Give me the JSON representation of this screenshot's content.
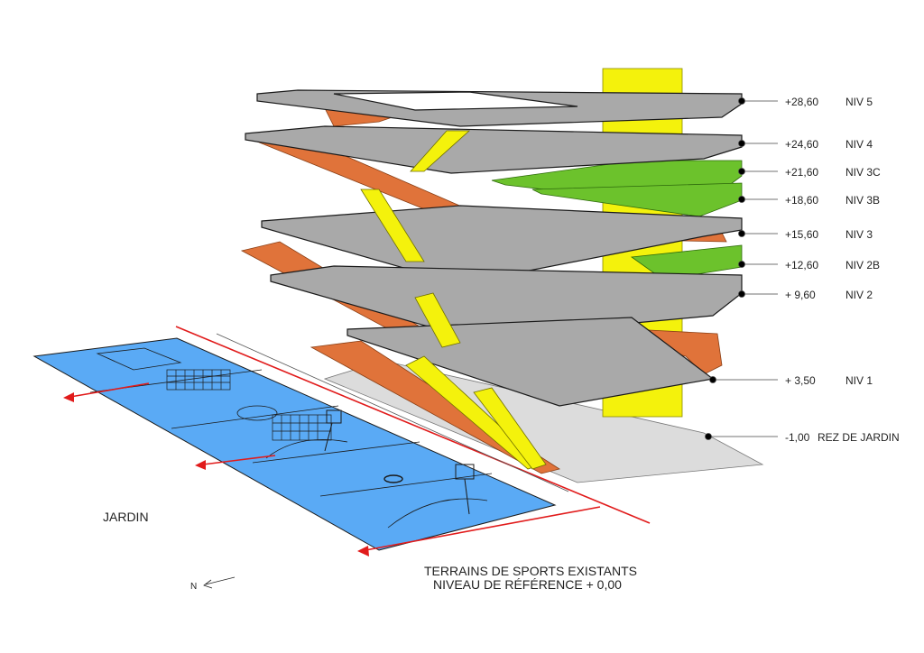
{
  "levels": [
    {
      "elevation": "+28,60",
      "name": "NIV 5"
    },
    {
      "elevation": "+24,60",
      "name": "NIV 4"
    },
    {
      "elevation": "+21,60",
      "name": "NIV 3C"
    },
    {
      "elevation": "+18,60",
      "name": "NIV 3B"
    },
    {
      "elevation": "+15,60",
      "name": "NIV 3"
    },
    {
      "elevation": "+12,60",
      "name": "NIV 2B"
    },
    {
      "elevation": "+ 9,60",
      "name": "NIV 2"
    },
    {
      "elevation": "+ 3,50",
      "name": "NIV 1"
    },
    {
      "elevation": "-1,00",
      "name": "REZ DE JARDIN"
    }
  ],
  "garden_label": "JARDIN",
  "caption": {
    "line1": "TERRAINS DE SPORTS EXISTANTS",
    "line2": "NIVEAU DE RÉFÉRENCE + 0,00"
  },
  "north_label": "N",
  "colors": {
    "slab": "#a9a9a9",
    "ramp": "#e0733a",
    "core": "#f4f20c",
    "green": "#6cc22c",
    "court": "#5aaaf5",
    "arrow": "#e11b1b"
  }
}
